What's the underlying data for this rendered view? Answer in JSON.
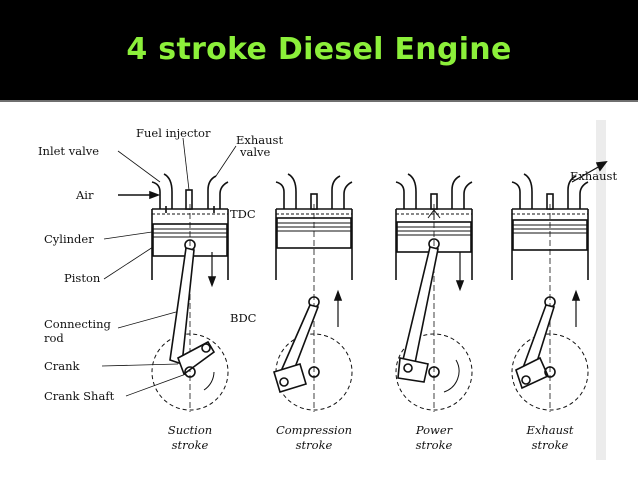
{
  "header": {
    "title": "4 stroke Diesel Engine"
  },
  "diagram": {
    "labels": {
      "inlet_valve": "Inlet valve",
      "fuel_injector": "Fuel injector",
      "exhaust_valve_line1": "Exhaust",
      "exhaust_valve_line2": "valve",
      "air": "Air",
      "tdc": "TDC",
      "cylinder": "Cylinder",
      "piston": "Piston",
      "bdc": "BDC",
      "connecting_rod_line1": "Connecting",
      "connecting_rod_line2": "rod",
      "crank": "Crank",
      "crank_shaft": "Crank Shaft",
      "exhaust_out": "Exhaust"
    },
    "strokes": [
      {
        "line1": "Suction",
        "line2": "stroke"
      },
      {
        "line1": "Compression",
        "line2": "stroke"
      },
      {
        "line1": "Power",
        "line2": "stroke"
      },
      {
        "line1": "Exhaust",
        "line2": "stroke"
      }
    ]
  }
}
